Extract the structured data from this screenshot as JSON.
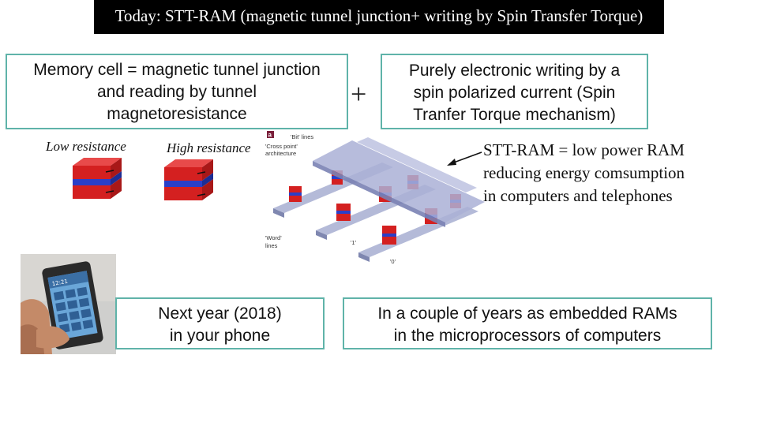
{
  "title": {
    "text": "Today: STT-RAM (magnetic tunnel junction+ writing by Spin Transfer Torque)"
  },
  "box_left": {
    "lines": [
      "Memory cell = magnetic tunnel junction",
      "and reading by  tunnel",
      "magnetoresistance"
    ]
  },
  "plus_sign": "+",
  "box_right": {
    "lines": [
      "Purely electronic writing by a",
      "spin polarized current (Spin",
      "Tranfer Torque mechanism)"
    ]
  },
  "resistance_labels": {
    "low": "Low resistance",
    "high": "High resistance"
  },
  "diagram": {
    "panel_letter": "a",
    "bit_lines": "'Bit' lines",
    "cross_point_1": "'Cross point'",
    "cross_point_2": "architecture",
    "word_lines_1": "'Word'",
    "word_lines_2": "lines",
    "one_label": "'1'",
    "zero_label": "'0'"
  },
  "stt_note": {
    "lines": [
      "STT-RAM = low power RAM",
      "reducing energy comsumption",
      "in computers and telephones"
    ]
  },
  "phone": {
    "screen_time": "12:21"
  },
  "box_next_year": {
    "lines": [
      "Next year (2018)",
      "in your phone"
    ]
  },
  "box_embedded": {
    "lines": [
      "In a couple of years as embedded RAMs",
      "in the microprocessors of computers"
    ]
  },
  "colors": {
    "border": "#5fb3a9",
    "magnet_red": "#d42020",
    "magnet_blue": "#2a3fc8",
    "rail": "#9aa3c8"
  }
}
